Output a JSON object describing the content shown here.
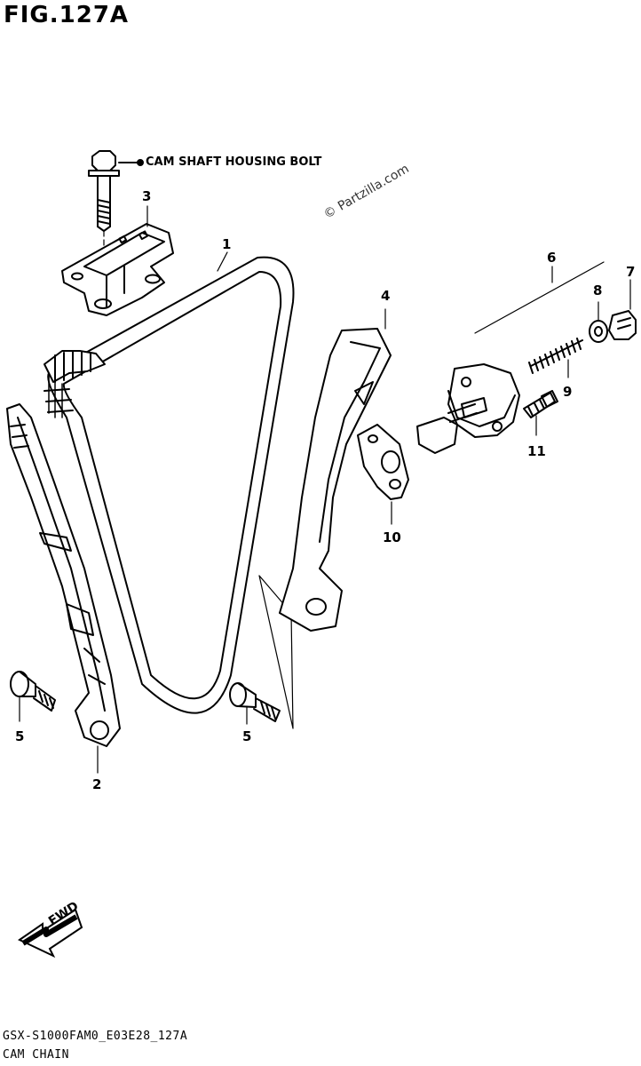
{
  "figure": {
    "title": "FIG.127A"
  },
  "callouts": {
    "cam_shaft_bolt": "CAM SHAFT HOUSING BOLT"
  },
  "watermark": "© Partzilla.com",
  "part_numbers": {
    "p1": "1",
    "p2": "2",
    "p3": "3",
    "p4": "4",
    "p5a": "5",
    "p5b": "5",
    "p6": "6",
    "p7": "7",
    "p8": "8",
    "p9": "9",
    "p10": "10",
    "p11": "11"
  },
  "fwd_label": "FWD",
  "footer": {
    "code": "GSX-S1000FAM0_E03E28_127A",
    "name": "CAM CHAIN"
  }
}
